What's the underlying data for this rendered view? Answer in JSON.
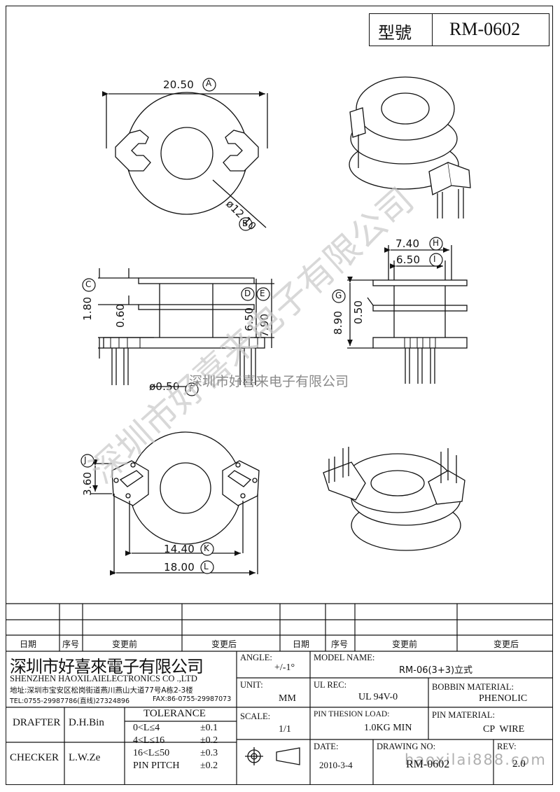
{
  "header": {
    "model_label": "型號",
    "model_value": "RM-0602"
  },
  "dimensions": {
    "A": {
      "value": "20.50",
      "letter": "A"
    },
    "B": {
      "value": "ø12.10",
      "letter": "B"
    },
    "C": {
      "value": "1.80",
      "letter": "C"
    },
    "C2": {
      "value": "0.60"
    },
    "D": {
      "value": "6.50",
      "letter": "D"
    },
    "E": {
      "value": "7.90",
      "letter": "E"
    },
    "F": {
      "value": "ø0.50",
      "letter": "F"
    },
    "G": {
      "value": "8.90",
      "letter": "G"
    },
    "G2": {
      "value": "0.50"
    },
    "H": {
      "value": "7.40",
      "letter": "H"
    },
    "I": {
      "value": "6.50",
      "letter": "I"
    },
    "J": {
      "value": "3.60",
      "letter": "J"
    },
    "K": {
      "value": "14.40",
      "letter": "K"
    },
    "L": {
      "value": "18.00",
      "letter": "L"
    }
  },
  "watermark": {
    "diagonal": "深圳市好喜来电子有限公司",
    "center": "深圳市好喜来电子有限公司",
    "url": "haoxilai888.com"
  },
  "revision_table": {
    "headers": [
      "日期",
      "序号",
      "变更前",
      "变更后",
      "日期",
      "序号",
      "变更前",
      "变更后"
    ]
  },
  "company": {
    "name_cn": "深圳市好喜來電子有限公司",
    "name_en": "SHENZHEN HAOXILAIELECTRONICS CO .,LTD",
    "address": "地址:深圳市宝安区松岗街道燕川燕山大道77号A栋2-3楼",
    "tel": "TEL:0755-29987786(直线)27324896",
    "fax": "FAX:86-0755-29987073"
  },
  "title_block": {
    "angle_label": "ANGLE:",
    "angle_value": "+/-1°",
    "model_name_label": "MODEL NAME:",
    "model_name_value": "RM-06(3+3)立式",
    "unit_label": "UNIT:",
    "unit_value": "MM",
    "ul_rec_label": "UL REC:",
    "ul_rec_value": "UL 94V-0",
    "bobbin_material_label": "BOBBIN MATERIAL:",
    "bobbin_material_value": "PHENOLIC",
    "drafter_label": "DRAFTER",
    "drafter_value": "D.H.Bin",
    "tolerance_label": "TOLERANCE",
    "tolerance_rows": [
      {
        "range": "0<L≤4",
        "value": "±0.1"
      },
      {
        "range": "4<L≤16",
        "value": "±0.2"
      },
      {
        "range": "16<L≤50",
        "value": "±0.3"
      },
      {
        "range": "PIN PITCH",
        "value": "±0.2"
      }
    ],
    "scale_label": "SCALE:",
    "scale_value": "1/1",
    "pin_load_label": "PIN THESION LOAD:",
    "pin_load_value": "1.0KG MIN",
    "pin_material_label": "PIN MATERIAL:",
    "pin_material_value": "CP  WIRE",
    "checker_label": "CHECKER",
    "checker_value": "L.W.Ze",
    "date_label": "DATE:",
    "date_value": "2010-3-4",
    "drawing_no_label": "DRAWING NO:",
    "drawing_no_value": "RM-0602",
    "rev_label": "REV:",
    "rev_value": "2.0"
  }
}
